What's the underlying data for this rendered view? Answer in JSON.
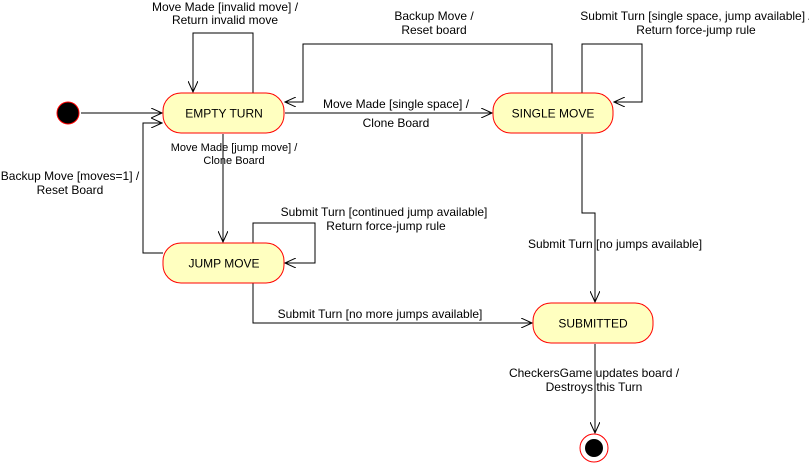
{
  "colors": {
    "state_fill": "#ffffc0",
    "state_stroke": "#ff0000",
    "edge": "#000000",
    "initial": "#000000",
    "final_ring": "#ff0000"
  },
  "states": {
    "empty_turn": "EMPTY TURN",
    "single_move": "SINGLE MOVE",
    "jump_move": "JUMP MOVE",
    "submitted": "SUBMITTED"
  },
  "transitions": {
    "invalid_move": [
      "Move Made [invalid move] /",
      "Return invalid move"
    ],
    "backup_reset": [
      "Backup Move /",
      "Reset board"
    ],
    "submit_force_jump": [
      "Submit Turn [single space, jump available] /",
      "Return force-jump rule"
    ],
    "single_space": [
      "Move Made [single space] /",
      "Clone Board"
    ],
    "jump_move": [
      "Move Made [jump move] /",
      "Clone Board"
    ],
    "backup_moves1": [
      "Backup Move [moves=1] /",
      "Reset Board"
    ],
    "continued_jump": [
      "Submit Turn [continued jump available]",
      "Return force-jump rule"
    ],
    "no_jumps": "Submit Turn [no jumps available]",
    "no_more_jumps": "Submit Turn [no more jumps available]",
    "game_updates": [
      "CheckersGame updates board /",
      "Destroys this Turn"
    ]
  }
}
